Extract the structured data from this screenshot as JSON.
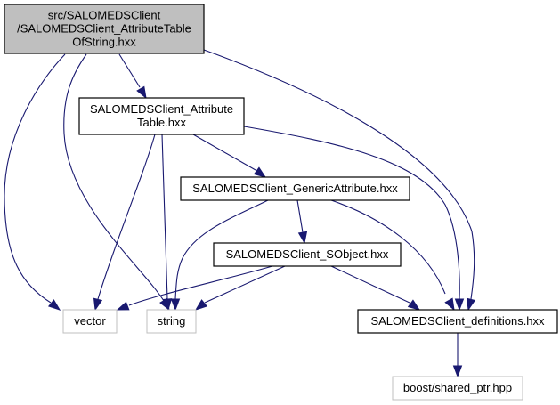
{
  "diagram": {
    "type": "include-dependency-graph",
    "colors": {
      "edge": "#191970",
      "root_fill": "#bfbfbf",
      "root_border": "#000000",
      "internal_border": "#000000",
      "external_border": "#bfbfbf",
      "node_fill": "#ffffff"
    },
    "nodes": [
      {
        "id": "root",
        "kind": "root",
        "lines": [
          "src/SALOMEDSClient",
          "/SALOMEDSClient_AttributeTable",
          "OfString.hxx"
        ]
      },
      {
        "id": "attrtable",
        "kind": "internal",
        "lines": [
          "SALOMEDSClient_Attribute",
          "Table.hxx"
        ]
      },
      {
        "id": "generic",
        "kind": "internal",
        "lines": [
          "SALOMEDSClient_GenericAttribute.hxx"
        ]
      },
      {
        "id": "sobject",
        "kind": "internal",
        "lines": [
          "SALOMEDSClient_SObject.hxx"
        ]
      },
      {
        "id": "vector",
        "kind": "external",
        "lines": [
          "vector"
        ]
      },
      {
        "id": "string",
        "kind": "external",
        "lines": [
          "string"
        ]
      },
      {
        "id": "definitions",
        "kind": "internal",
        "lines": [
          "SALOMEDSClient_definitions.hxx"
        ]
      },
      {
        "id": "sharedptr",
        "kind": "external",
        "lines": [
          "boost/shared_ptr.hpp"
        ]
      }
    ],
    "edges": [
      {
        "from": "root",
        "to": "vector"
      },
      {
        "from": "root",
        "to": "string"
      },
      {
        "from": "root",
        "to": "attrtable"
      },
      {
        "from": "root",
        "to": "definitions"
      },
      {
        "from": "attrtable",
        "to": "vector"
      },
      {
        "from": "attrtable",
        "to": "string"
      },
      {
        "from": "attrtable",
        "to": "generic"
      },
      {
        "from": "attrtable",
        "to": "definitions"
      },
      {
        "from": "generic",
        "to": "string"
      },
      {
        "from": "generic",
        "to": "sobject"
      },
      {
        "from": "generic",
        "to": "definitions"
      },
      {
        "from": "sobject",
        "to": "vector"
      },
      {
        "from": "sobject",
        "to": "string"
      },
      {
        "from": "sobject",
        "to": "definitions"
      },
      {
        "from": "definitions",
        "to": "sharedptr"
      }
    ]
  }
}
